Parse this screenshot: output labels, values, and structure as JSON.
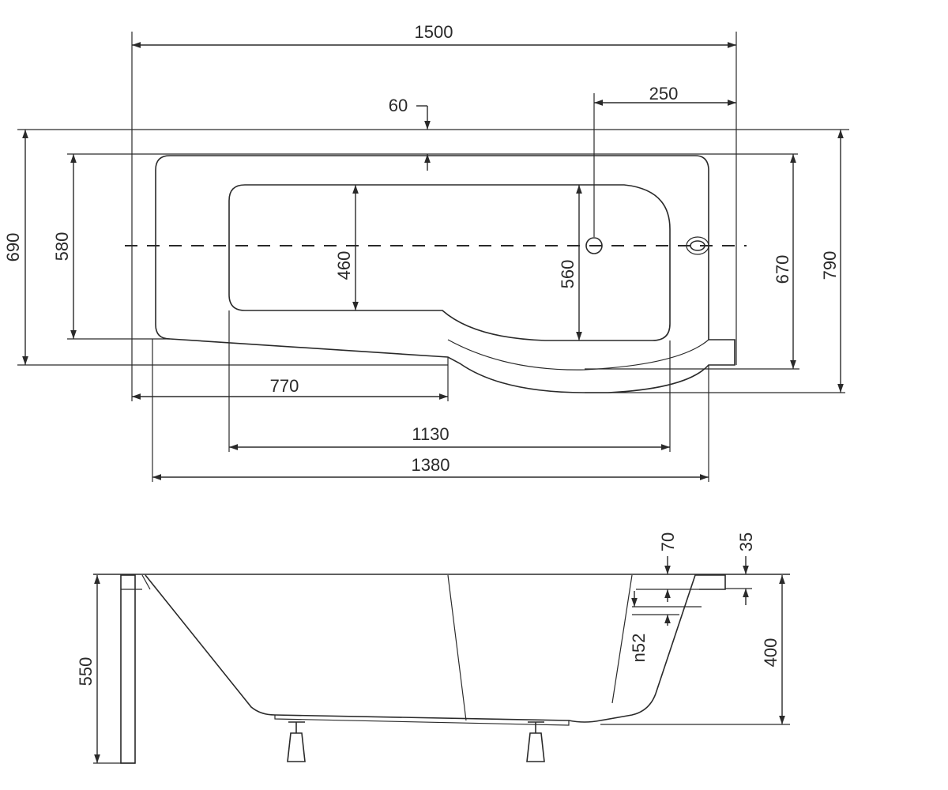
{
  "plan_view": {
    "overall_length": "1500",
    "rim_to_inner": "60",
    "drain_offset": "250",
    "overall_width": "690",
    "body_width": "580",
    "basin_width_narrow": "460",
    "basin_width_wide": "560",
    "width_at_bulge": "670",
    "max_width": "790",
    "straight_section": "770",
    "basin_length": "1130",
    "body_length": "1380"
  },
  "side_view": {
    "overflow_offset": "70",
    "rim_step": "35",
    "overflow_diameter": "n52",
    "bath_depth": "400",
    "total_height": "550"
  }
}
